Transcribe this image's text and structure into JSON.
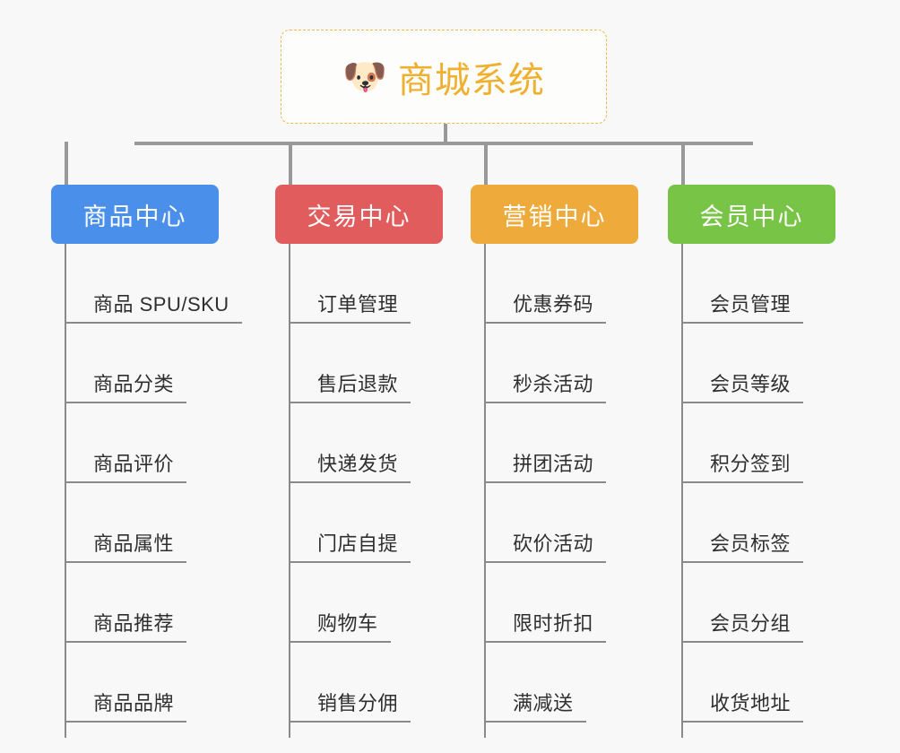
{
  "diagram": {
    "type": "mind-map",
    "background_color": "#f8f8f8",
    "connector_color": "#999999",
    "root": {
      "icon": "dog-face-icon",
      "icon_glyph": "🐶",
      "title": "商城系统",
      "text_color": "#f0b02f",
      "border_color": "#efb74e",
      "border_style": "dashed"
    },
    "branches": [
      {
        "id": "product-center",
        "title": "商品中心",
        "color": "#4a90ea",
        "items": [
          "商品 SPU/SKU",
          "商品分类",
          "商品评价",
          "商品属性",
          "商品推荐",
          "商品品牌"
        ]
      },
      {
        "id": "trade-center",
        "title": "交易中心",
        "color": "#e15c5c",
        "items": [
          "订单管理",
          "售后退款",
          "快递发货",
          "门店自提",
          "购物车",
          "销售分佣"
        ]
      },
      {
        "id": "marketing-center",
        "title": "营销中心",
        "color": "#eeab3c",
        "items": [
          "优惠券码",
          "秒杀活动",
          "拼团活动",
          "砍价活动",
          "限时折扣",
          "满减送"
        ]
      },
      {
        "id": "member-center",
        "title": "会员中心",
        "color": "#78c446",
        "items": [
          "会员管理",
          "会员等级",
          "积分签到",
          "会员标签",
          "会员分组",
          "收货地址"
        ]
      }
    ]
  }
}
